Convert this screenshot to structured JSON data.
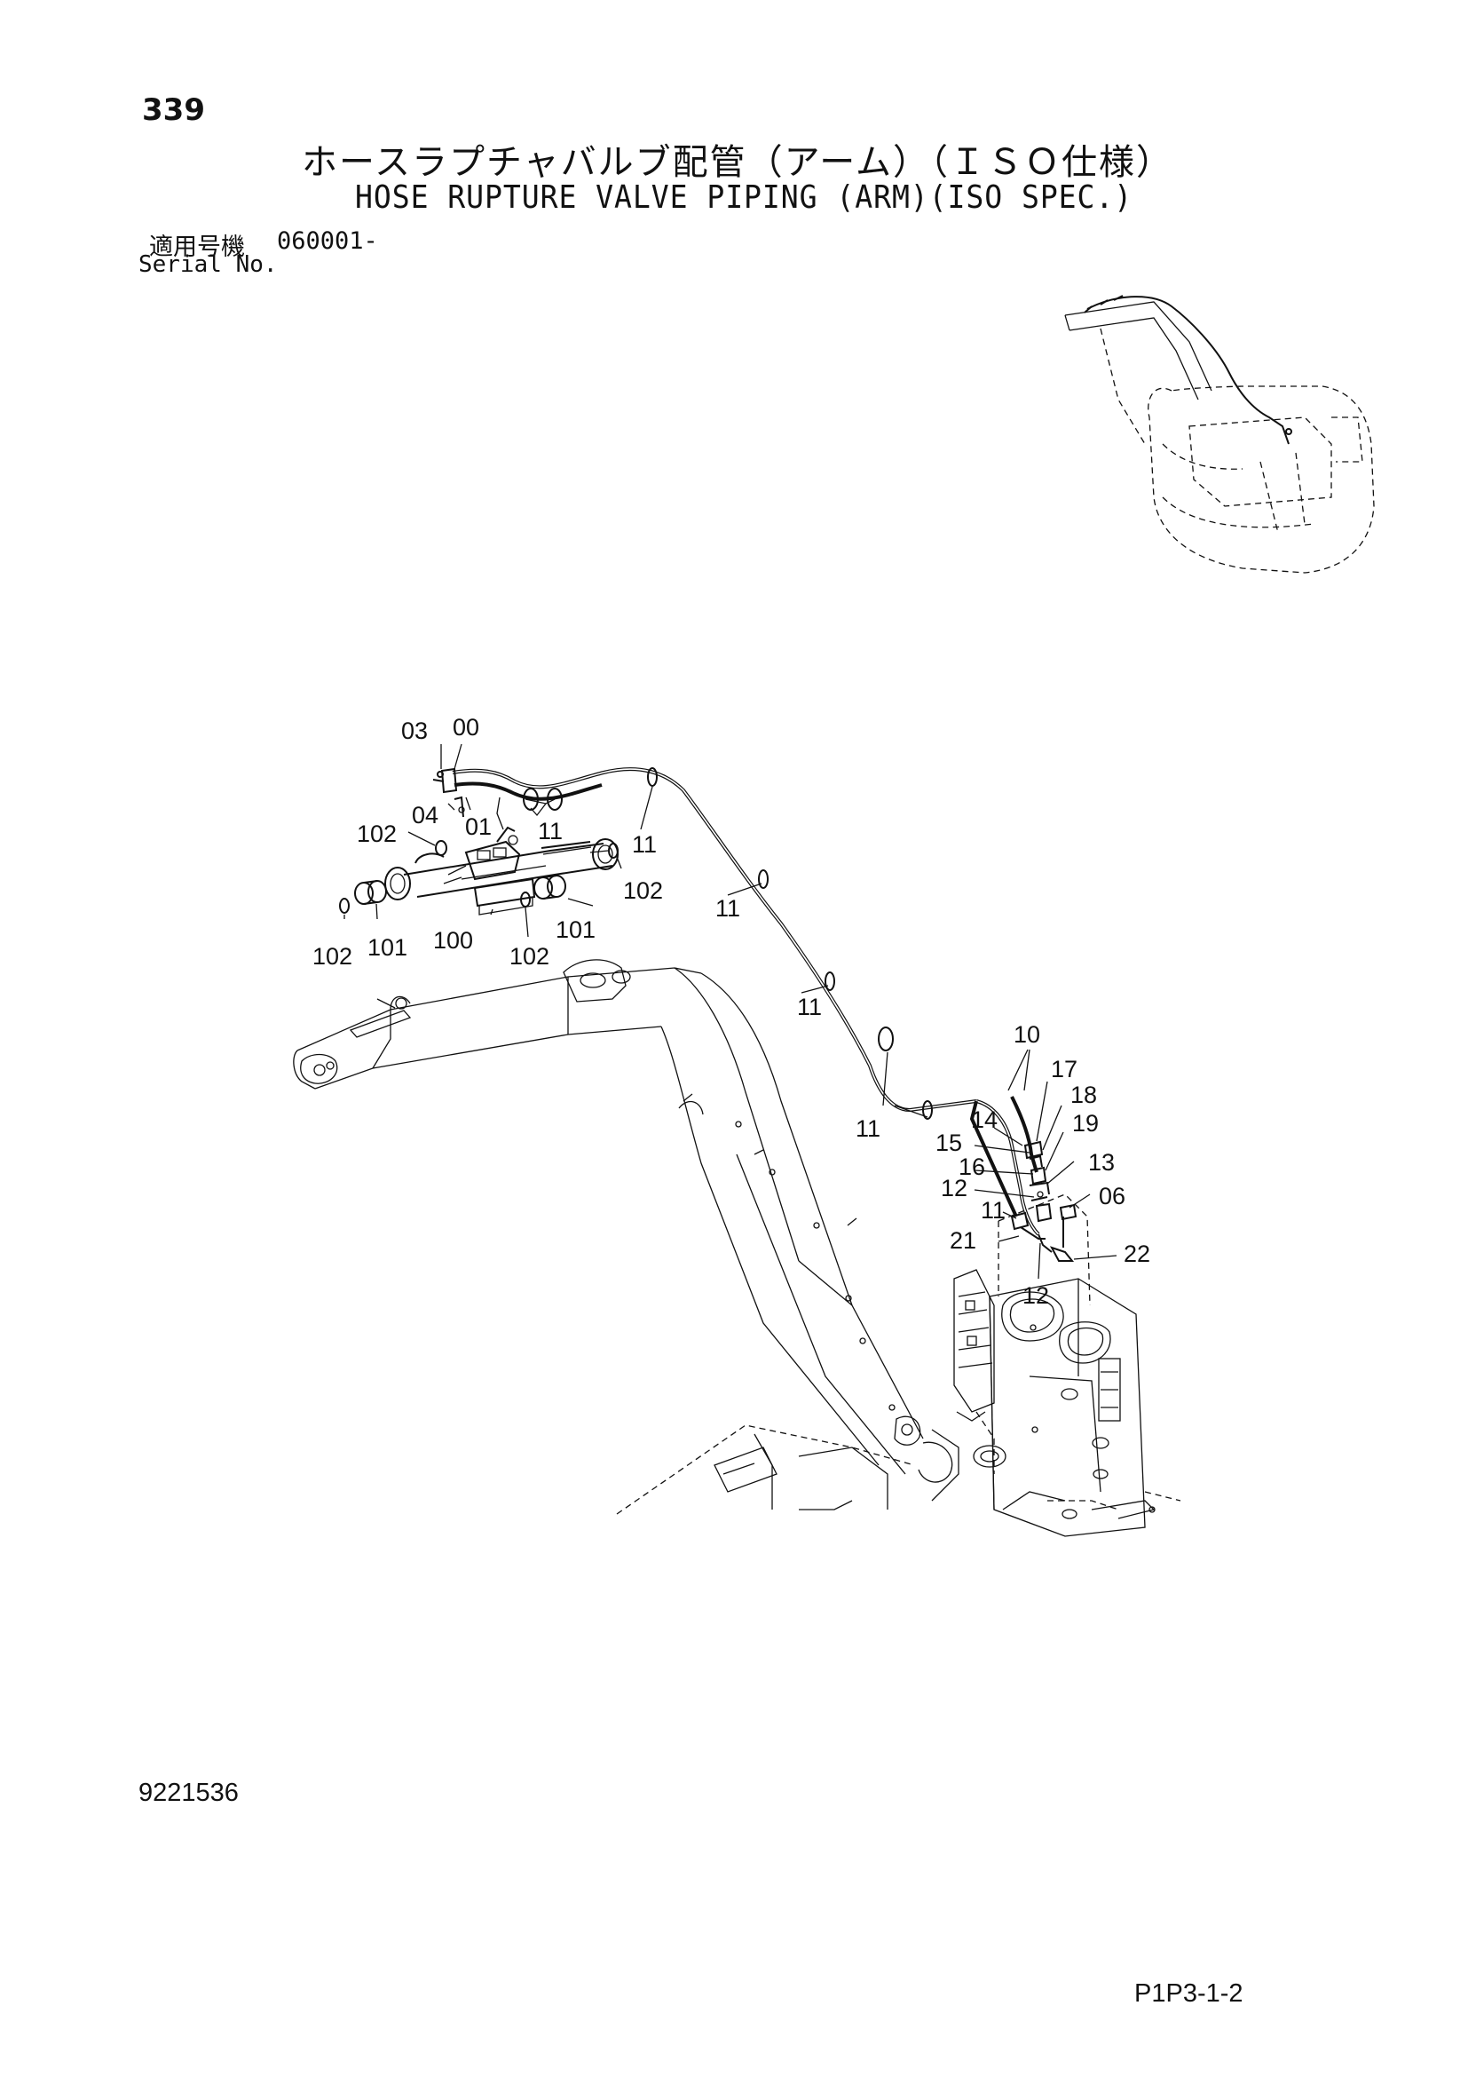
{
  "header": {
    "page_number": "339",
    "title_jp": "ホースラプチャバルブ配管（アーム）（ＩＳＯ仕様）",
    "title_en": "HOSE RUPTURE VALVE PIPING (ARM)(ISO SPEC.)",
    "serial_label_jp": "適用号機",
    "serial_value": "060001-",
    "serial_label_en": "Serial No."
  },
  "footer": {
    "doc_number": "9221536",
    "page_code": "P1P3-1-2"
  },
  "callouts": {
    "c03": "03",
    "c00": "00",
    "c04": "04",
    "c01": "01",
    "c11a": "11",
    "c102a": "102",
    "c11b": "11",
    "c102b": "102",
    "c11c": "11",
    "c102c": "102",
    "c101a": "101",
    "c100": "100",
    "c102d": "102",
    "c101b": "101",
    "c11d": "11",
    "c10": "10",
    "c17": "17",
    "c18": "18",
    "c14": "14",
    "c19": "19",
    "c11e": "11",
    "c15": "15",
    "c13": "13",
    "c16": "16",
    "c12a": "12",
    "c06": "06",
    "c11f": "11",
    "c21": "21",
    "c22": "22",
    "c12b": "12"
  }
}
